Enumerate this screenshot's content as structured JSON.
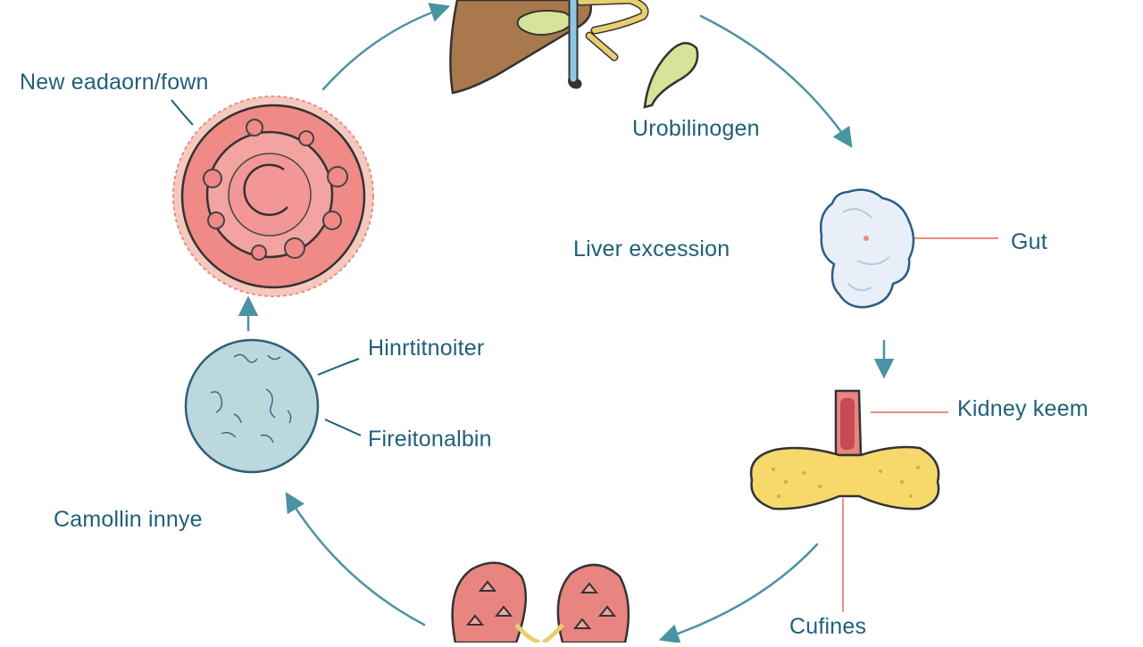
{
  "diagram": {
    "labels": {
      "new_cells": "New eadaorn/fown",
      "urobilinogen": "Urobilinogen",
      "liver_excretion": "Liver excession",
      "gut": "Gut",
      "hemoglobin": "Hinrtitnoiter",
      "bilirubin": "Fireitonalbin",
      "kidney": "Kidney keem",
      "macrophage": "Camollin innye",
      "excretion": "Cufines"
    },
    "colors": {
      "arrow": "#4a93a3",
      "label_text": "#1f5f7a",
      "red_cell": "#f08a86",
      "liver": "#a9784c",
      "gallbladder": "#d8e39a",
      "gut": "#e8eff8",
      "macrophage": "#bcd8df",
      "bone": "#f6d86b",
      "kidney": "#e88580"
    }
  }
}
